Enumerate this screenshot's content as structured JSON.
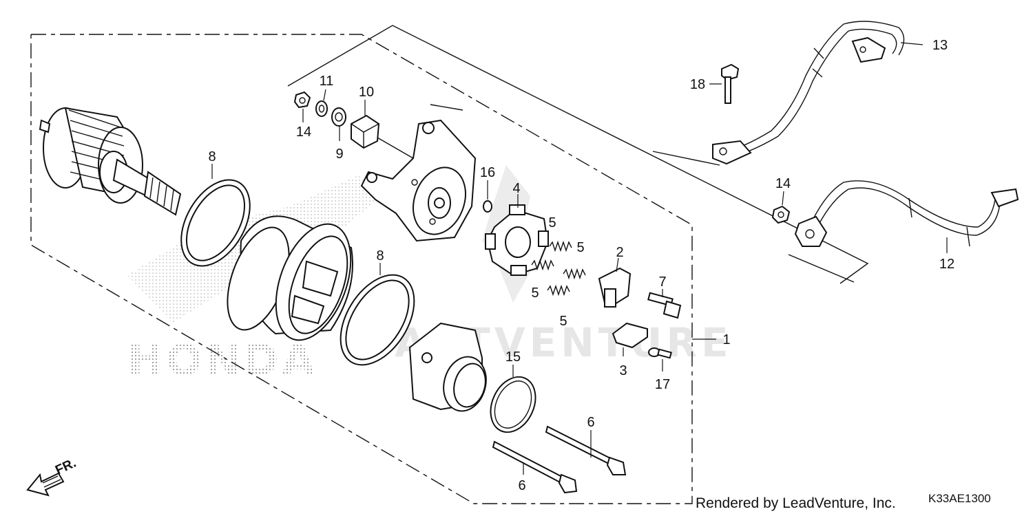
{
  "diagram": {
    "part_numbers": [
      "1",
      "2",
      "3",
      "4",
      "5",
      "5",
      "5",
      "5",
      "6",
      "6",
      "7",
      "8",
      "8",
      "9",
      "10",
      "11",
      "12",
      "13",
      "14",
      "14",
      "15",
      "16",
      "17",
      "18"
    ],
    "front_marker": "FR.",
    "watermark_brand": "HONDA",
    "watermark_dealer": "PARTVENTURE",
    "credit": "Rendered by LeadVenture, Inc.",
    "diagram_code": "K33AE1300"
  }
}
